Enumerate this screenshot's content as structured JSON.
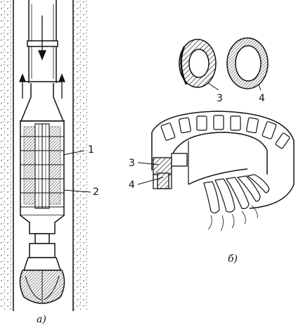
{
  "labels": {
    "left_1": "1",
    "left_2": "2",
    "ring_3": "3",
    "ring_4": "4",
    "bearing_3": "3",
    "bearing_4": "4"
  },
  "captions": {
    "a": "а)",
    "b": "б)"
  },
  "colors": {
    "ink": "#111111",
    "paper": "#ffffff"
  }
}
